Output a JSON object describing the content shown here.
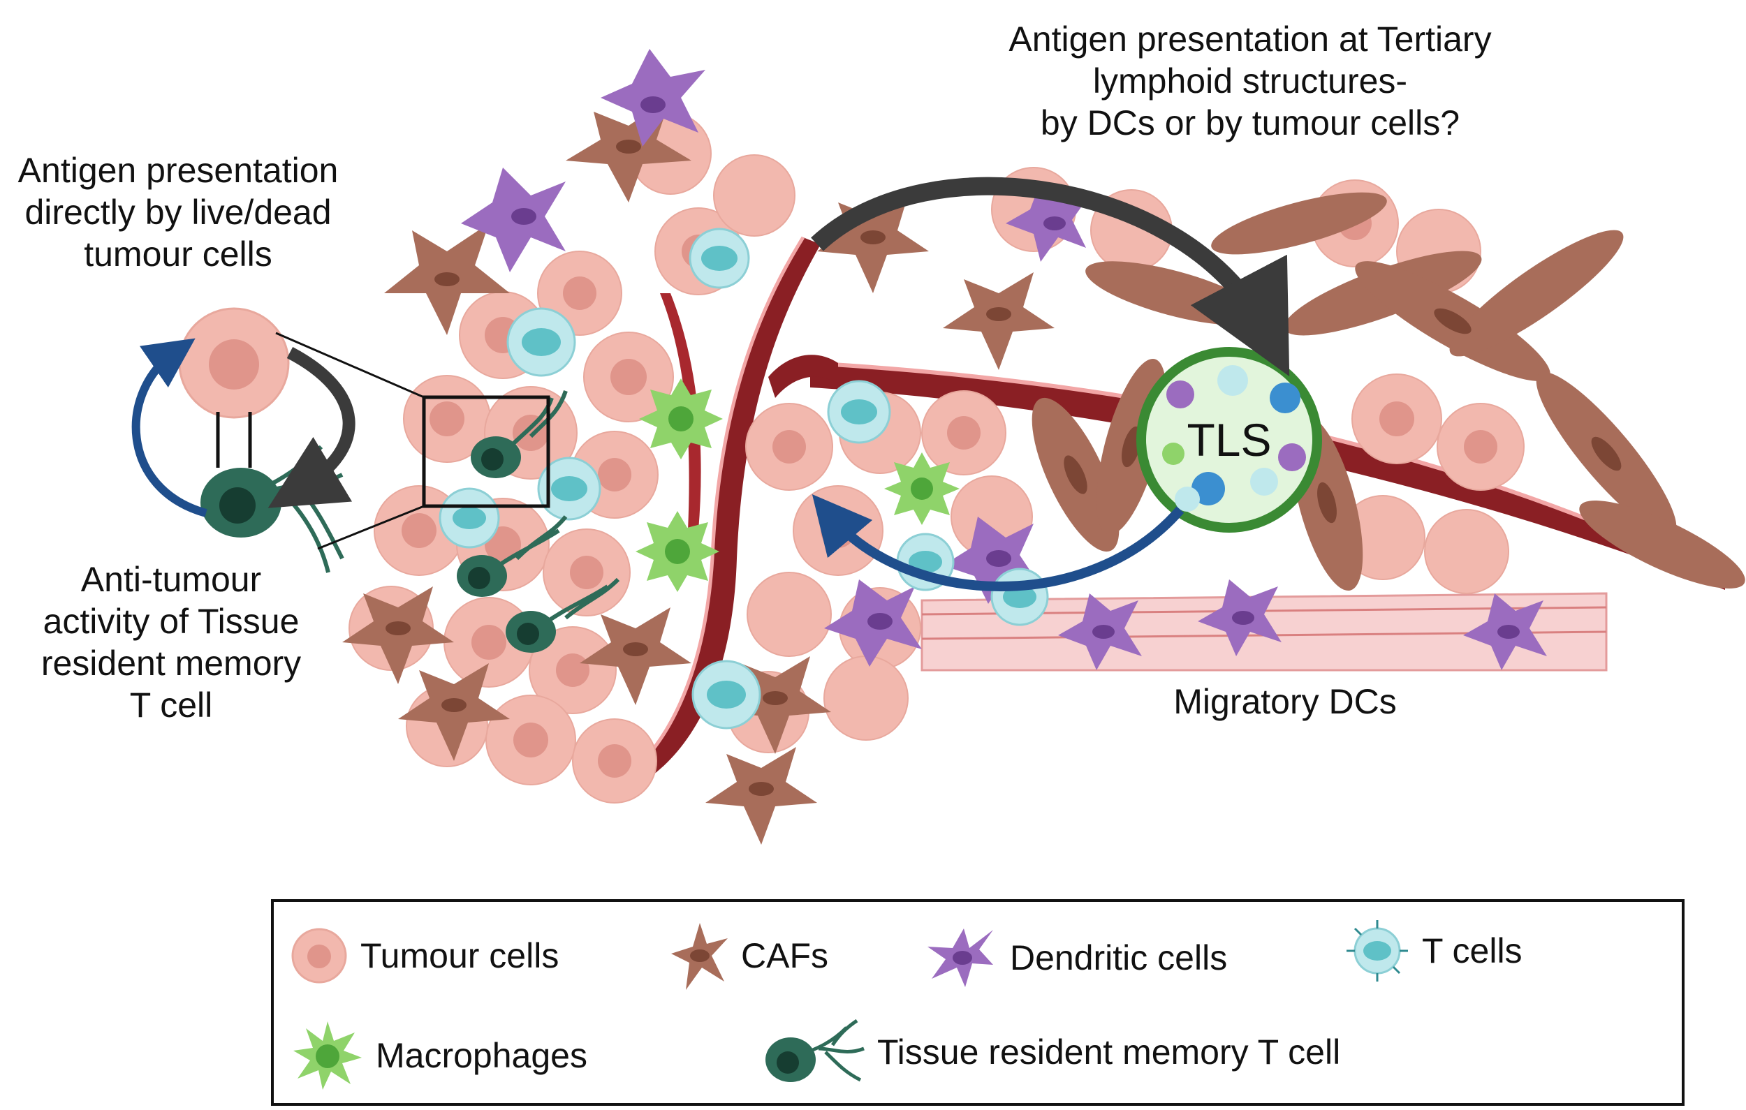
{
  "labels": {
    "left_top": [
      "Antigen presentation",
      "directly by live/dead",
      "tumour cells"
    ],
    "top_right": [
      "Antigen presentation at Tertiary",
      "lymphoid structures-",
      "by DCs or by tumour cells?"
    ],
    "trm": [
      "Anti-tumour",
      "activity of Tissue",
      "resident memory",
      "T cell"
    ],
    "tls": "TLS",
    "migratory": "Migratory DCs"
  },
  "legend": {
    "items": [
      {
        "label": "Tumour cells",
        "icon": "tumour-cell-icon"
      },
      {
        "label": "CAFs",
        "icon": "caf-icon"
      },
      {
        "label": "Dendritic cells",
        "icon": "dendritic-cell-icon"
      },
      {
        "label": "T cells",
        "icon": "t-cell-icon"
      },
      {
        "label": "Macrophages",
        "icon": "macrophage-icon"
      },
      {
        "label": "Tissue resident memory T cell",
        "icon": "trm-cell-icon"
      }
    ]
  },
  "colors": {
    "tumour": "#f2b8ae",
    "tumour_nucleus": "#e0958b",
    "caf": "#a86d5a",
    "caf_nucleus": "#7c4635",
    "dendritic": "#9b6cbf",
    "dendritic_nucleus": "#6a3d8f",
    "tcell": "#bfe8ec",
    "tcell_nucleus": "#5fc1c7",
    "macrophage": "#8fd36a",
    "macrophage_nucleus": "#4ea63a",
    "trm": "#2e6b58",
    "vessel": "#7c1a1f",
    "arrow_dark": "#3b3b3b",
    "arrow_blue": "#1f4e8c",
    "tls_border": "#3a8a33"
  }
}
